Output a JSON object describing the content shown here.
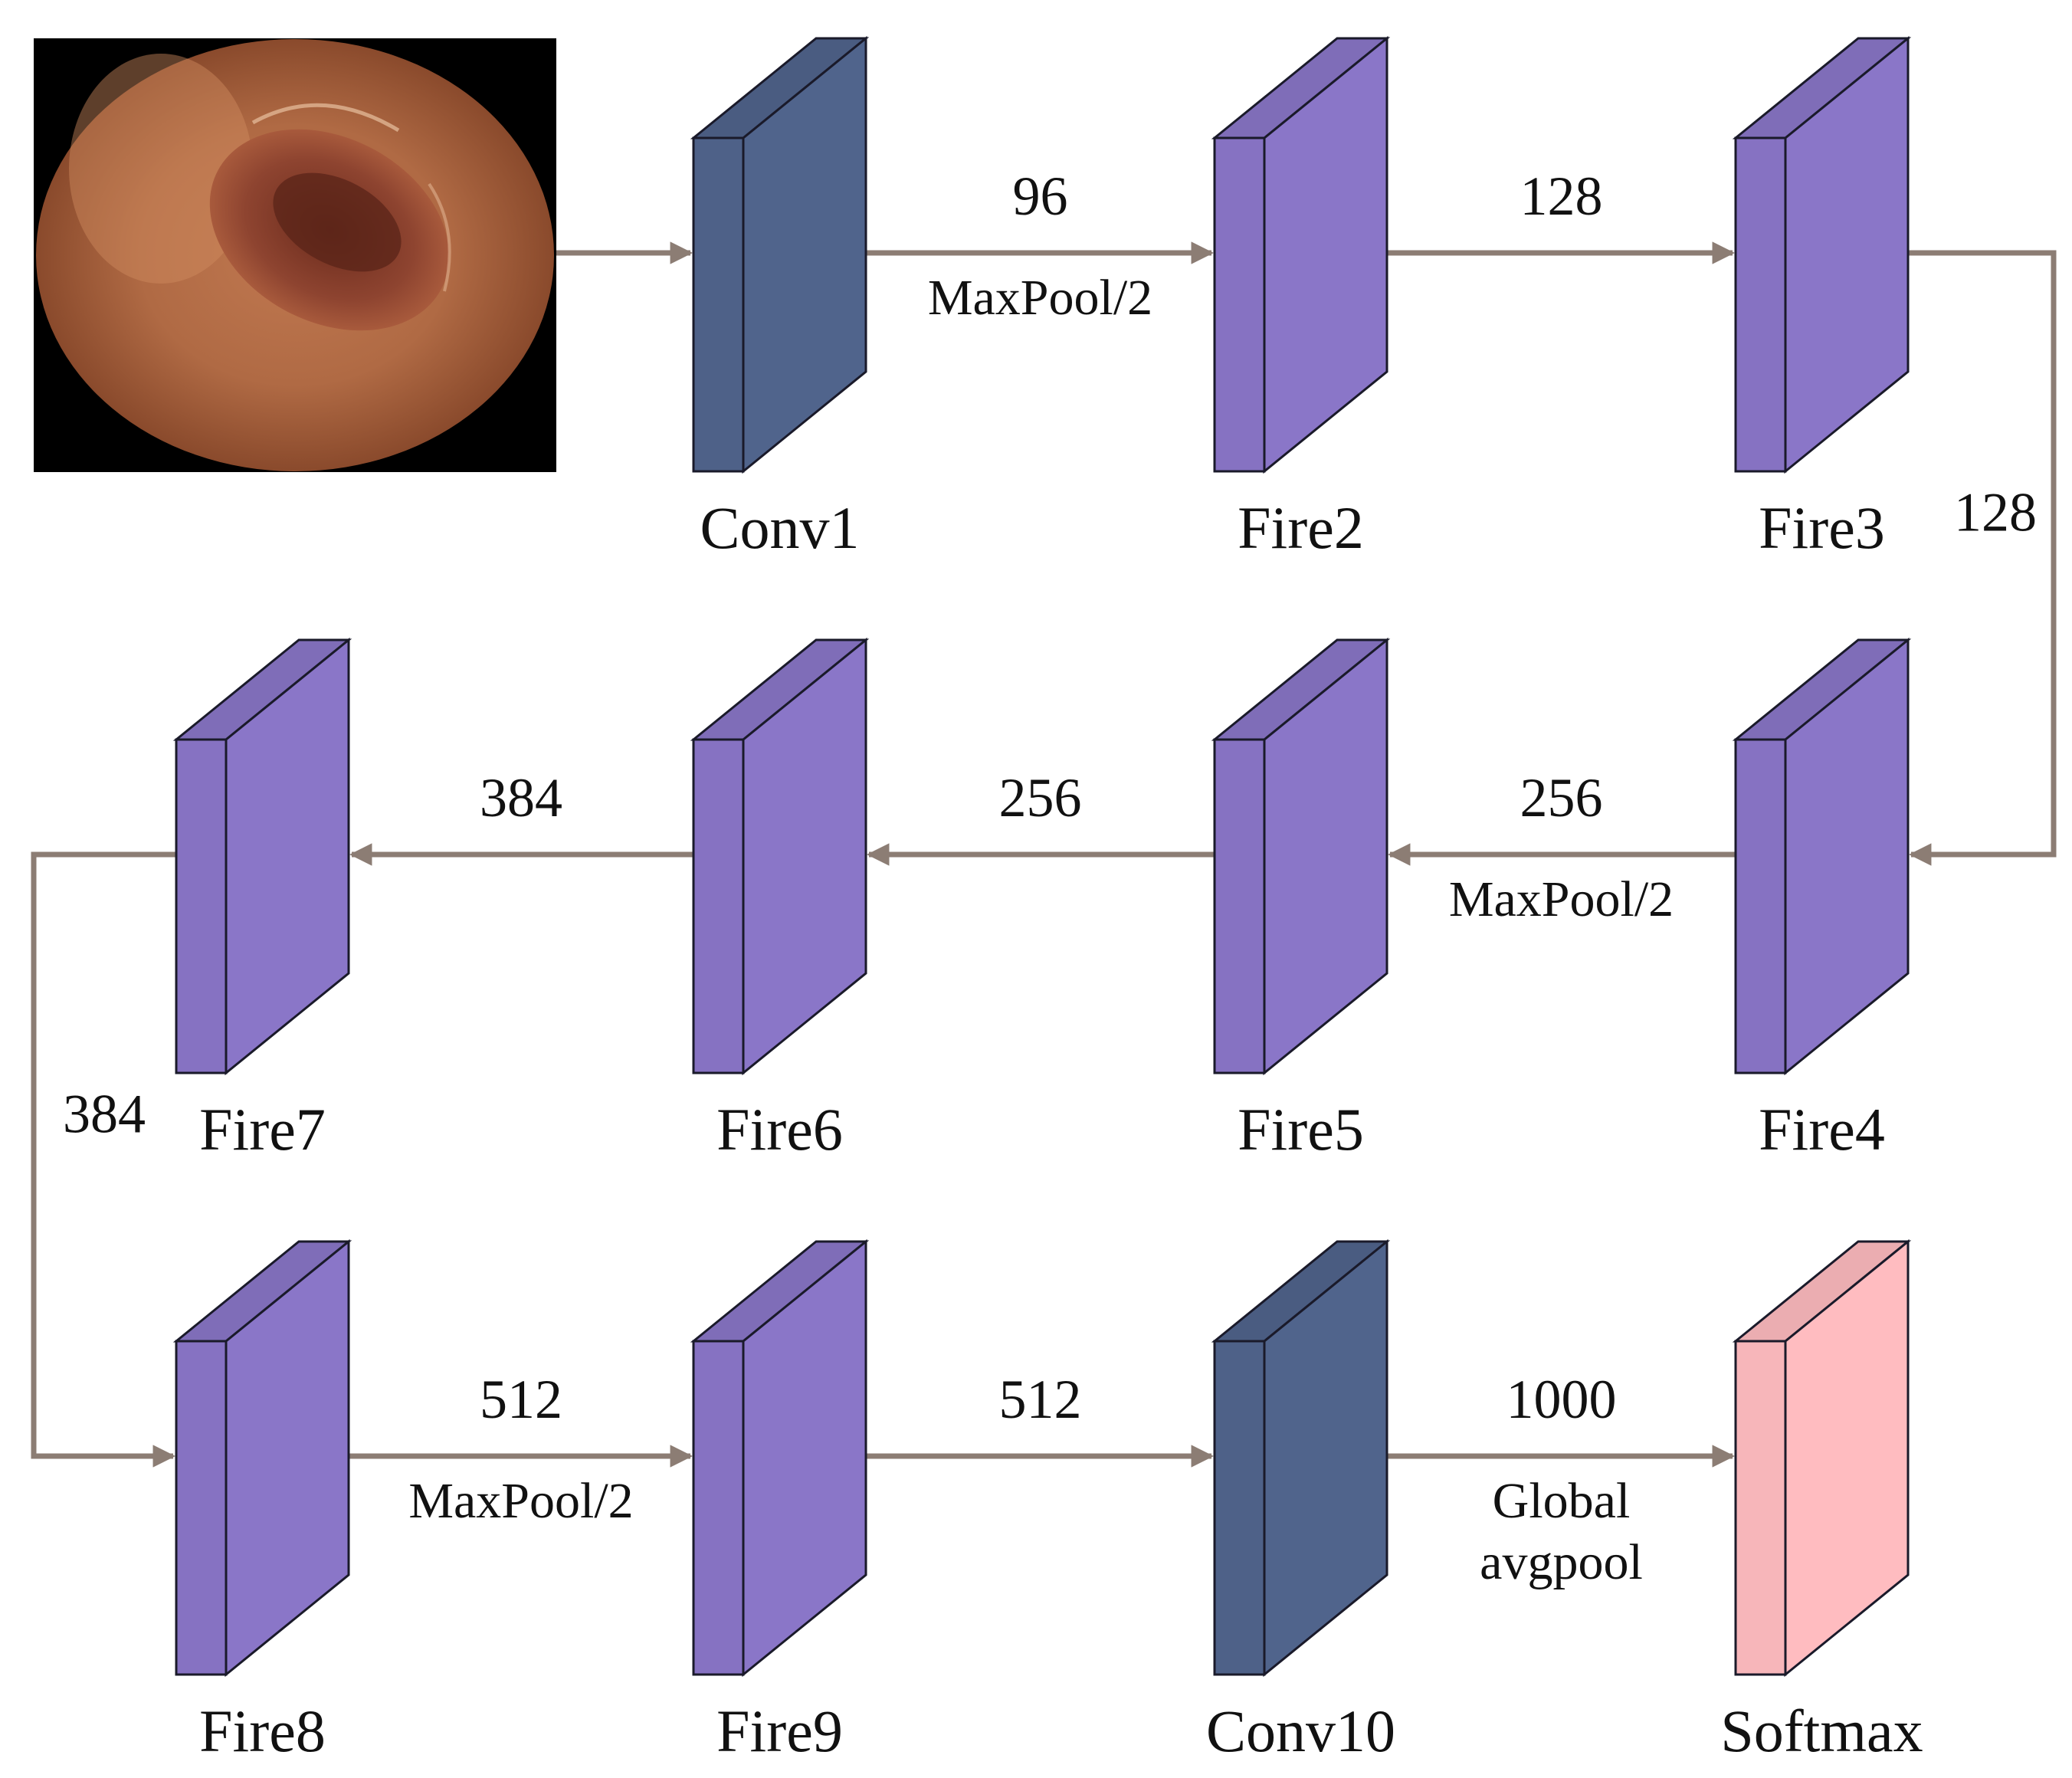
{
  "colors": {
    "fire": "#8a76c8",
    "conv": "#50648c",
    "softmax": "#ffbcc0",
    "arrow": "#8c7d74",
    "outline": "#1a1a2a"
  },
  "input_image": {
    "icon": "endoscopy-image"
  },
  "blocks": [
    {
      "id": "conv1",
      "label": "Conv1",
      "kind": "conv"
    },
    {
      "id": "fire2",
      "label": "Fire2",
      "kind": "fire"
    },
    {
      "id": "fire3",
      "label": "Fire3",
      "kind": "fire"
    },
    {
      "id": "fire4",
      "label": "Fire4",
      "kind": "fire"
    },
    {
      "id": "fire5",
      "label": "Fire5",
      "kind": "fire"
    },
    {
      "id": "fire6",
      "label": "Fire6",
      "kind": "fire"
    },
    {
      "id": "fire7",
      "label": "Fire7",
      "kind": "fire"
    },
    {
      "id": "fire8",
      "label": "Fire8",
      "kind": "fire"
    },
    {
      "id": "fire9",
      "label": "Fire9",
      "kind": "fire"
    },
    {
      "id": "conv10",
      "label": "Conv10",
      "kind": "conv"
    },
    {
      "id": "softmax",
      "label": "Softmax",
      "kind": "softmax"
    }
  ],
  "edges": [
    {
      "id": "input-conv1",
      "from": "input",
      "to": "conv1",
      "label": "",
      "sublabel": []
    },
    {
      "id": "conv1-fire2",
      "from": "conv1",
      "to": "fire2",
      "label": "96",
      "sublabel": [
        "MaxPool/2"
      ]
    },
    {
      "id": "fire2-fire3",
      "from": "fire2",
      "to": "fire3",
      "label": "128",
      "sublabel": []
    },
    {
      "id": "fire3-fire4",
      "from": "fire3",
      "to": "fire4",
      "label": "128",
      "sublabel": []
    },
    {
      "id": "fire4-fire5",
      "from": "fire4",
      "to": "fire5",
      "label": "256",
      "sublabel": [
        "MaxPool/2"
      ]
    },
    {
      "id": "fire5-fire6",
      "from": "fire5",
      "to": "fire6",
      "label": "256",
      "sublabel": []
    },
    {
      "id": "fire6-fire7",
      "from": "fire6",
      "to": "fire7",
      "label": "384",
      "sublabel": []
    },
    {
      "id": "fire7-fire8",
      "from": "fire7",
      "to": "fire8",
      "label": "384",
      "sublabel": []
    },
    {
      "id": "fire8-fire9",
      "from": "fire8",
      "to": "fire9",
      "label": "512",
      "sublabel": [
        "MaxPool/2"
      ]
    },
    {
      "id": "fire9-conv10",
      "from": "fire9",
      "to": "conv10",
      "label": "512",
      "sublabel": []
    },
    {
      "id": "conv10-softmax",
      "from": "conv10",
      "to": "softmax",
      "label": "1000",
      "sublabel": [
        "Global",
        "avgpool"
      ]
    }
  ]
}
